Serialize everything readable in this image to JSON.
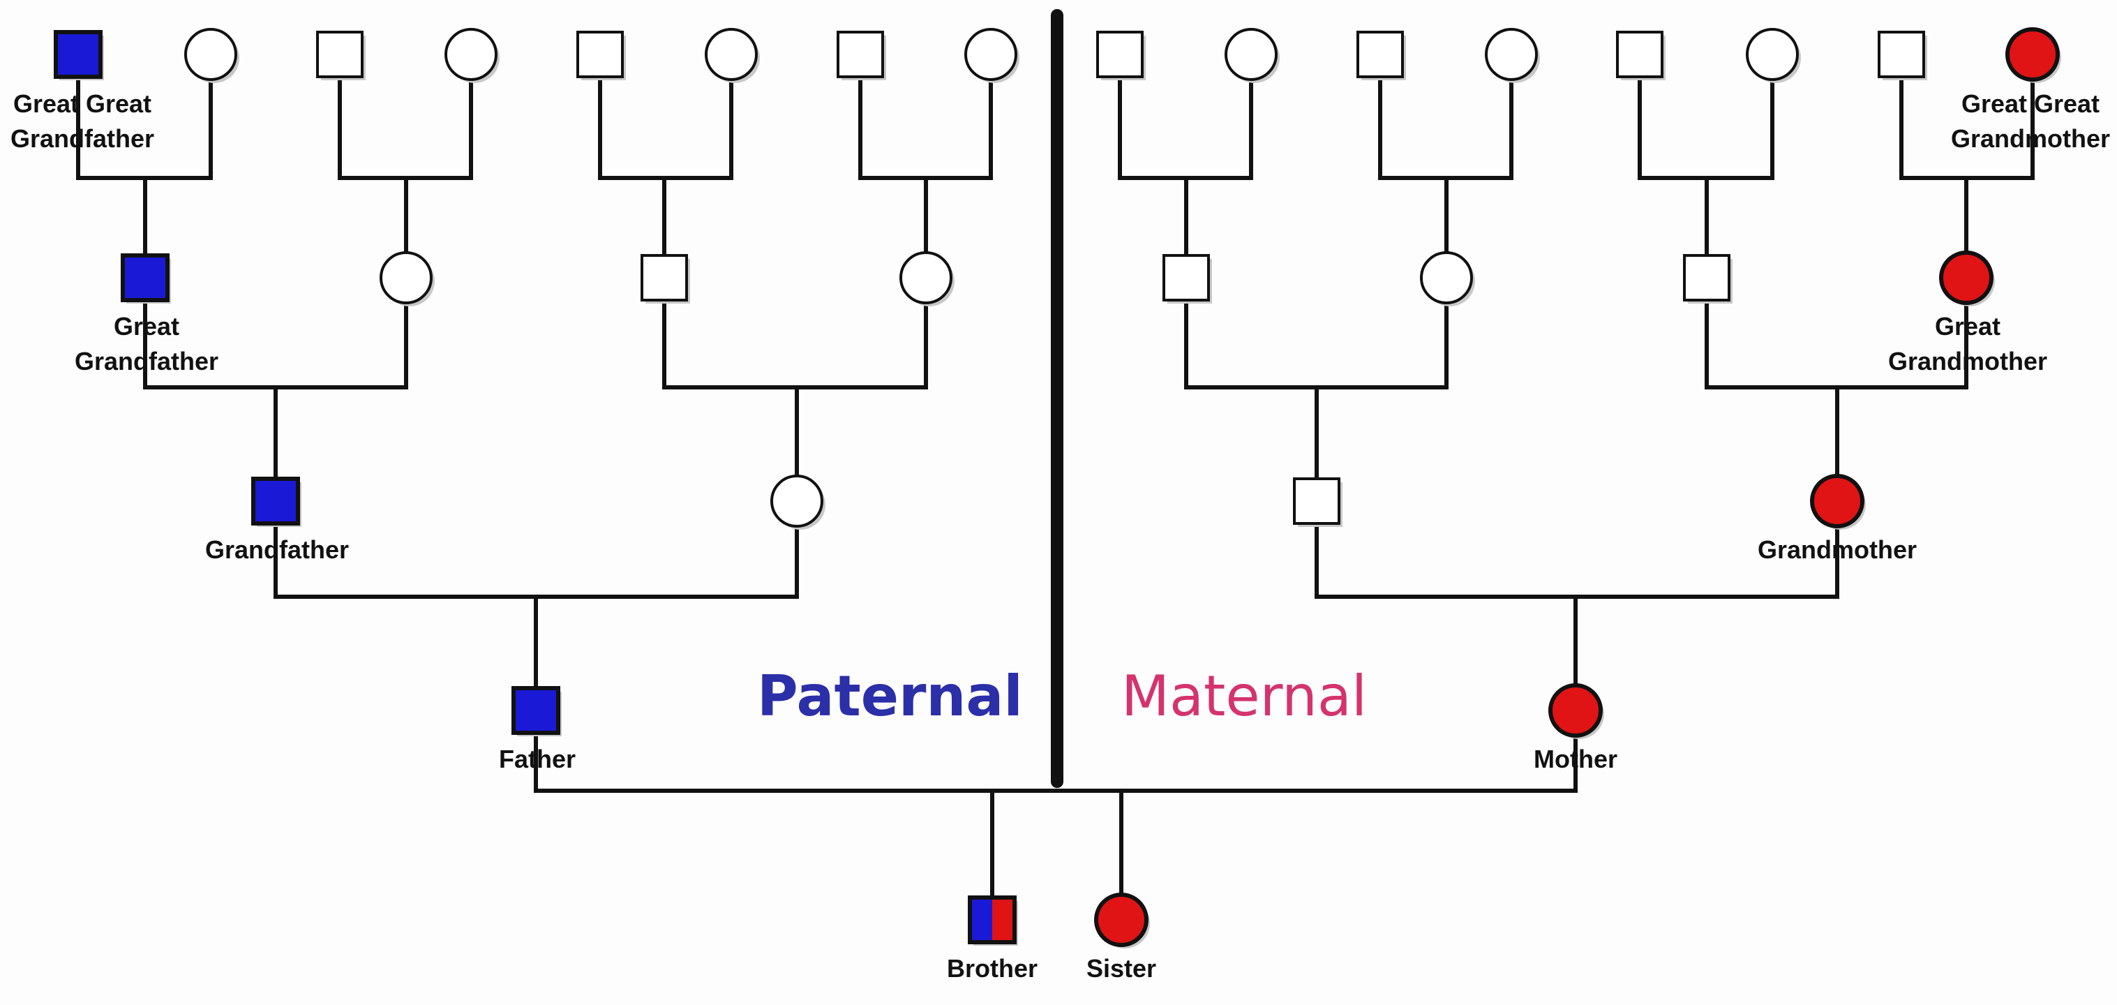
{
  "colors": {
    "male_affected": "#1a1ad6",
    "female_affected": "#e01414",
    "unaffected": "#ffffff",
    "line": "#111111",
    "paternal_text": "#2b2fa8",
    "maternal_text": "#d4336e"
  },
  "headings": {
    "paternal": "Paternal",
    "maternal": "Maternal"
  },
  "labels": {
    "great_great_grandfather": "Great Great\nGrandfather",
    "great_great_grandmother": "Great Great\nGrandmother",
    "great_grandfather": "Great\nGrandfather",
    "great_grandmother": "Great\nGrandmother",
    "grandfather": "Grandfather",
    "grandmother": "Grandmother",
    "father": "Father",
    "mother": "Mother",
    "brother": "Brother",
    "sister": "Sister"
  },
  "individuals": [
    {
      "id": "gg1",
      "sex": "male",
      "status": "affected",
      "label": "great_great_grandfather"
    },
    {
      "id": "gg2",
      "sex": "female",
      "status": "unaffected"
    },
    {
      "id": "gg3",
      "sex": "male",
      "status": "unaffected"
    },
    {
      "id": "gg4",
      "sex": "female",
      "status": "unaffected"
    },
    {
      "id": "gg5",
      "sex": "male",
      "status": "unaffected"
    },
    {
      "id": "gg6",
      "sex": "female",
      "status": "unaffected"
    },
    {
      "id": "gg7",
      "sex": "male",
      "status": "unaffected"
    },
    {
      "id": "gg8",
      "sex": "female",
      "status": "unaffected"
    },
    {
      "id": "gg9",
      "sex": "male",
      "status": "unaffected"
    },
    {
      "id": "gg10",
      "sex": "female",
      "status": "unaffected"
    },
    {
      "id": "gg11",
      "sex": "male",
      "status": "unaffected"
    },
    {
      "id": "gg12",
      "sex": "female",
      "status": "unaffected"
    },
    {
      "id": "gg13",
      "sex": "male",
      "status": "unaffected"
    },
    {
      "id": "gg14",
      "sex": "female",
      "status": "unaffected"
    },
    {
      "id": "gg15",
      "sex": "male",
      "status": "unaffected"
    },
    {
      "id": "gg16",
      "sex": "female",
      "status": "affected",
      "label": "great_great_grandmother"
    },
    {
      "id": "g1",
      "sex": "male",
      "status": "affected",
      "label": "great_grandfather"
    },
    {
      "id": "g2",
      "sex": "female",
      "status": "unaffected"
    },
    {
      "id": "g3",
      "sex": "male",
      "status": "unaffected"
    },
    {
      "id": "g4",
      "sex": "female",
      "status": "unaffected"
    },
    {
      "id": "g5",
      "sex": "male",
      "status": "unaffected"
    },
    {
      "id": "g6",
      "sex": "female",
      "status": "unaffected"
    },
    {
      "id": "g7",
      "sex": "male",
      "status": "unaffected"
    },
    {
      "id": "g8",
      "sex": "female",
      "status": "affected",
      "label": "great_grandmother"
    },
    {
      "id": "gp1",
      "sex": "male",
      "status": "affected",
      "label": "grandfather"
    },
    {
      "id": "gp2",
      "sex": "female",
      "status": "unaffected"
    },
    {
      "id": "gp3",
      "sex": "male",
      "status": "unaffected"
    },
    {
      "id": "gp4",
      "sex": "female",
      "status": "affected",
      "label": "grandmother"
    },
    {
      "id": "father",
      "sex": "male",
      "status": "affected",
      "label": "father"
    },
    {
      "id": "mother",
      "sex": "female",
      "status": "affected",
      "label": "mother"
    },
    {
      "id": "brother",
      "sex": "male",
      "status": "half-affected",
      "label": "brother"
    },
    {
      "id": "sister",
      "sex": "female",
      "status": "affected",
      "label": "sister"
    }
  ],
  "unions": [
    {
      "parents": [
        "gg1",
        "gg2"
      ],
      "child": "g1"
    },
    {
      "parents": [
        "gg3",
        "gg4"
      ],
      "child": "g2"
    },
    {
      "parents": [
        "gg5",
        "gg6"
      ],
      "child": "g3"
    },
    {
      "parents": [
        "gg7",
        "gg8"
      ],
      "child": "g4"
    },
    {
      "parents": [
        "gg9",
        "gg10"
      ],
      "child": "g5"
    },
    {
      "parents": [
        "gg11",
        "gg12"
      ],
      "child": "g6"
    },
    {
      "parents": [
        "gg13",
        "gg14"
      ],
      "child": "g7"
    },
    {
      "parents": [
        "gg15",
        "gg16"
      ],
      "child": "g8"
    },
    {
      "parents": [
        "g1",
        "g2"
      ],
      "child": "gp1"
    },
    {
      "parents": [
        "g3",
        "g4"
      ],
      "child": "gp2"
    },
    {
      "parents": [
        "g5",
        "g6"
      ],
      "child": "gp3"
    },
    {
      "parents": [
        "g7",
        "g8"
      ],
      "child": "gp4"
    },
    {
      "parents": [
        "gp1",
        "gp2"
      ],
      "child": "father"
    },
    {
      "parents": [
        "gp3",
        "gp4"
      ],
      "child": "mother"
    },
    {
      "parents": [
        "father",
        "mother"
      ],
      "children": [
        "brother",
        "sister"
      ]
    }
  ]
}
